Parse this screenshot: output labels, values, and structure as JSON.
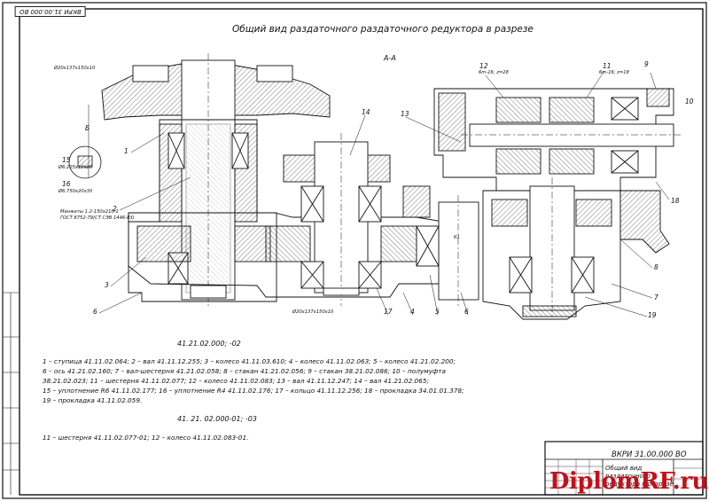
{
  "stamp": "ВКРИ 31.00.000 ВО",
  "title": "Общий вид раздаточного раздаточного редуктора в разрезе",
  "section_label": "А-А",
  "variant1": "41.21.02.000; -02",
  "legend": [
    "1 – ступица 41.11.02.064; 2 – вал 41.11.12.255; 3 – колесо 41.11.03.610; 4 – колесо 41.11.02.063; 5 – колесо 41.21.02.200;",
    "6 – ось 41.21.02.160; 7 – вал-шестерня 41.21.02.058; 8 – стакан 41.21.02.056; 9 – стакан 38.21.02.086; 10 – полумуфта",
    "38.21.02.023; 11 – шестерня 41.11.02.077; 12 – колесо 41.11.02.083; 13 – вал 41.11.12.247; 14 – вал 41.21.02.065;",
    "15 – уплотнение R6 41.11.02.177; 16 – уплотнение R4 41.11.02.176; 17 – кольцо 41.11.12.256; 18 – прокладка 34.01.01.378;",
    "19 – прокладка 41.11.02.059."
  ],
  "variant2": "41. 21. 02.000-01; -03",
  "variant2_legend": "11 – шестерня 41.11.02.077-01; 12 – колесо 41.11.02.083-01.",
  "callouts": [
    {
      "n": "1"
    },
    {
      "n": "2"
    },
    {
      "n": "3"
    },
    {
      "n": "6"
    },
    {
      "n": "14"
    },
    {
      "n": "13"
    },
    {
      "n": "12"
    },
    {
      "n": "11"
    },
    {
      "n": "9"
    },
    {
      "n": "10"
    },
    {
      "n": "18"
    },
    {
      "n": "8"
    },
    {
      "n": "7"
    },
    {
      "n": "19"
    },
    {
      "n": "17"
    },
    {
      "n": "4"
    },
    {
      "n": "5"
    },
    {
      "n": "6"
    },
    {
      "n": "Б"
    },
    {
      "n": "15"
    },
    {
      "n": "16"
    }
  ],
  "notes": {
    "n15": "Ø6.225x12x20",
    "n16": "Ø6.750x20x30",
    "cuff": "Манжеты 1.2-150x210-1",
    "gost": "ГОСТ 8752-79(СТ СЭВ 1446-83)",
    "d_top": "Ø20x137x150x10",
    "d_bot": "Ø20x137x150x10",
    "m12": "6m-16; z=28",
    "m11": "6m-16; z=18",
    "k1": "К1"
  },
  "title_block": {
    "code": "ВКРИ 31.00.000 ВО",
    "name": "Общий вид раздаточного редуктора в разрезе"
  },
  "watermark": {
    "main": "Diplom",
    "suffix": "RF.ru"
  }
}
